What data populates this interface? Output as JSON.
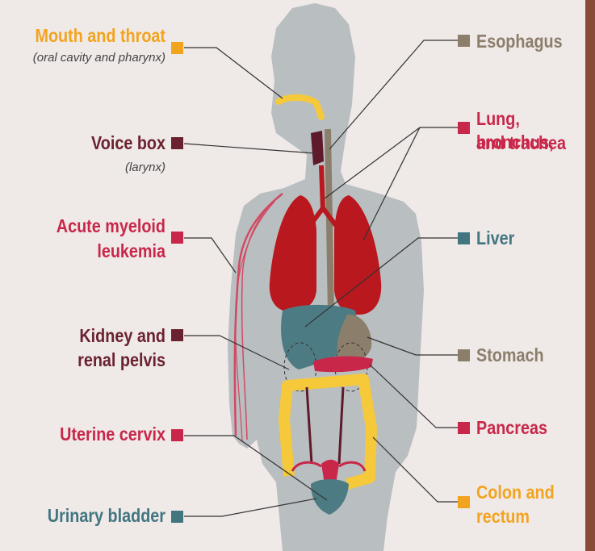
{
  "colors": {
    "orange": "#f2a41e",
    "maroon": "#6b2230",
    "crimson": "#c8274a",
    "teal": "#417681",
    "khaki": "#8b7e6a",
    "body": "#b9bec1",
    "lung": "#b8181e",
    "liver": "#4d7b83",
    "colon": "#f5c93a"
  },
  "labels": {
    "mouth": "Mouth and throat",
    "mouth_sub": "(oral cavity and pharynx)",
    "voice": "Voice box",
    "voice_sub": "(larynx)",
    "leuk1": "Acute myeloid",
    "leuk2": "leukemia",
    "kidney1": "Kidney and",
    "kidney2": "renal pelvis",
    "cervix": "Uterine cervix",
    "bladder": "Urinary bladder",
    "esoph": "Esophagus",
    "lung1": "Lung, bronchus,",
    "lung2": "and trachea",
    "liver": "Liver",
    "stomach": "Stomach",
    "pancreas": "Pancreas",
    "colon1": "Colon and",
    "colon2": "rectum"
  }
}
